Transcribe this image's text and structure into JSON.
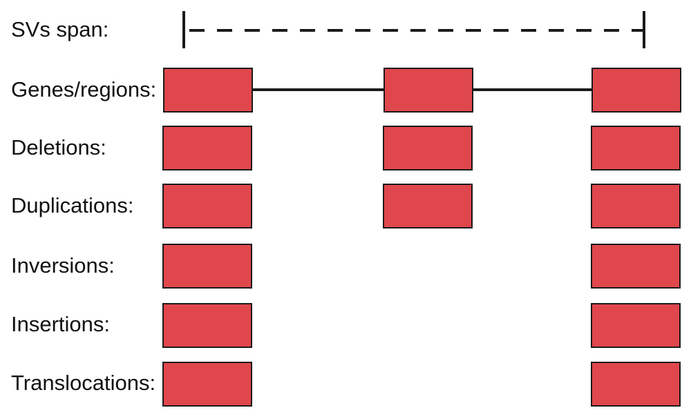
{
  "labels": {
    "svs_span": "SVs span:",
    "genes_regions": "Genes/regions:",
    "deletions": "Deletions:",
    "duplications": "Duplications:",
    "inversions": "Inversions:",
    "insertions": "Insertions:",
    "translocations": "Translocations:"
  },
  "colors": {
    "box_fill": "#e0474c",
    "line": "#1a1a1a"
  }
}
